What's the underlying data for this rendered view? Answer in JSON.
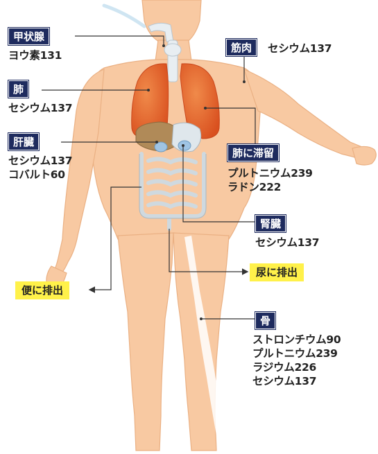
{
  "colors": {
    "skin": "#f8c9a2",
    "skin_edge": "#e9a97a",
    "lung": "#e2632b",
    "label_bg": "#1e2b5e",
    "highlight": "#fff14a",
    "line": "#333333"
  },
  "labels": {
    "thyroid": {
      "organ": "甲状腺",
      "isotopes": [
        "ヨウ素131"
      ]
    },
    "muscle": {
      "organ": "筋肉",
      "isotopes": [
        "セシウム137"
      ]
    },
    "lung": {
      "organ": "肺",
      "isotopes": [
        "セシウム137"
      ]
    },
    "liver": {
      "organ": "肝臓",
      "isotopes": [
        "セシウム137",
        "コバルト60"
      ]
    },
    "lung_retention": {
      "organ": "肺に滞留",
      "isotopes": [
        "プルトニウム239",
        "ラドン222"
      ]
    },
    "kidney": {
      "organ": "腎臓",
      "isotopes": [
        "セシウム137"
      ]
    },
    "bone": {
      "organ": "骨",
      "isotopes": [
        "ストロンチウム90",
        "プルトニウム239",
        "ラジウム226",
        "セシウム137"
      ]
    }
  },
  "excretion": {
    "feces": "便に排出",
    "urine": "尿に排出"
  }
}
